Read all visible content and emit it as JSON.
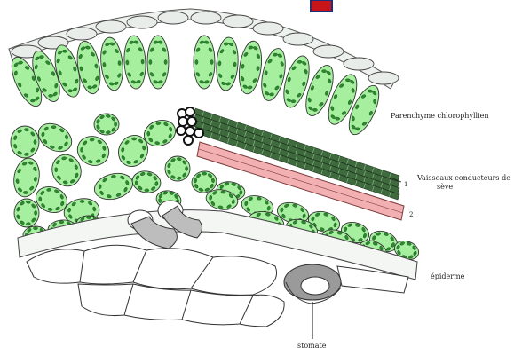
{
  "diagram": {
    "labels": {
      "parenchyma": "Parenchyme chlorophyllien",
      "vessels_line1": "Vaisseaux conducteurs de",
      "vessels_line2": "sève",
      "vessel_num_1": "1",
      "vessel_num_2": "2",
      "epidermis": "épiderme",
      "stomata": "stomate"
    },
    "colors": {
      "chloroplast_cell": "#a5ef9f",
      "chloroplast": "#2b8a2e",
      "xylem": "#3e6a3e",
      "phloem": "#f2b0b2",
      "epidermis_cell": "#e8ece8",
      "guard_cell": "#8a8a8a",
      "header_mark": "#c8141b"
    },
    "icons": [
      "leaf-cross-section-figure"
    ]
  }
}
